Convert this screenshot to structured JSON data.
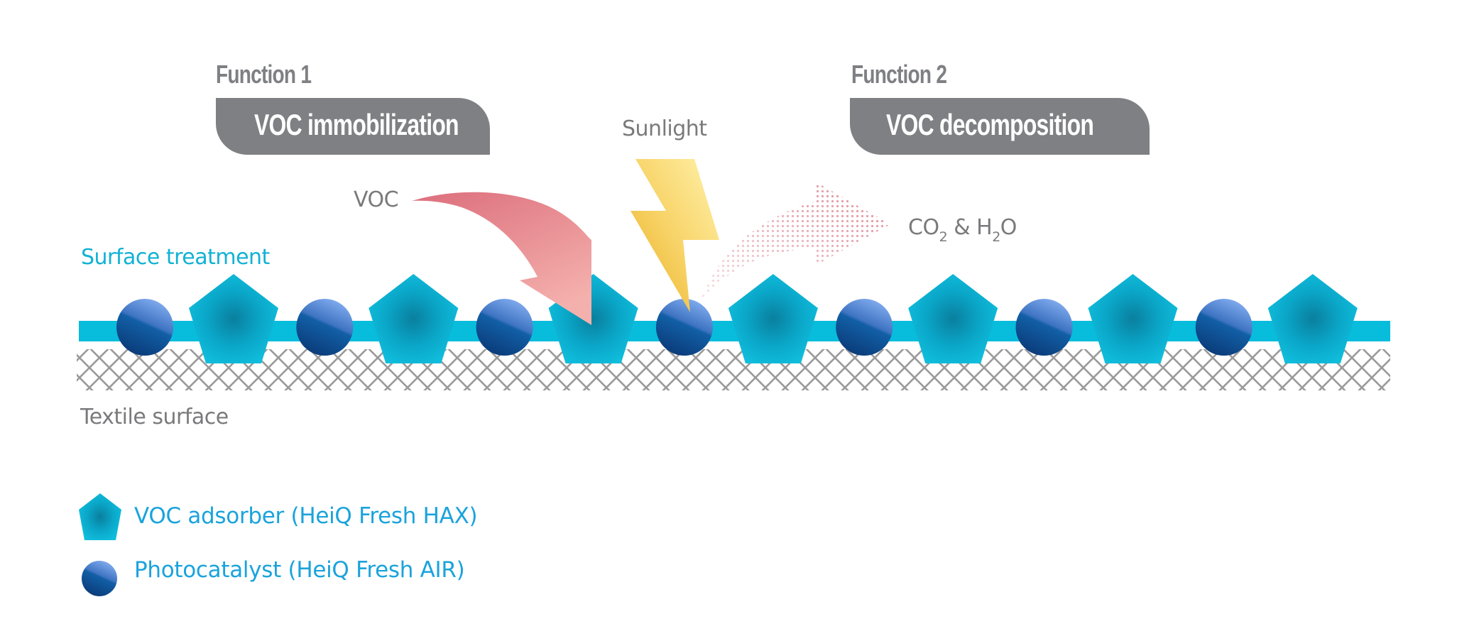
{
  "function1": {
    "heading": "Function 1",
    "box_label": "VOC immobilization"
  },
  "function2": {
    "heading": "Function 2",
    "box_label": "VOC decomposition"
  },
  "labels": {
    "sunlight": "Sunlight",
    "voc": "VOC",
    "product_co": "CO",
    "product_sub1": "2",
    "product_mid": " & H",
    "product_sub2": "2",
    "product_end": "O",
    "surface_treatment": "Surface treatment",
    "textile_surface": "Textile surface"
  },
  "legend": [
    {
      "icon": "pentagon-adsorber-icon",
      "label": "VOC adsorber (HeiQ Fresh HAX)"
    },
    {
      "icon": "sphere-photocatalyst-icon",
      "label": "Photocatalyst (HeiQ Fresh AIR)"
    }
  ],
  "particles": {
    "photocatalyst_count": 7,
    "adsorber_count": 7
  },
  "colors": {
    "heading_gray": "#7f8083",
    "label_gray": "#7a7a7c",
    "surface_cyan": "#08bcdc",
    "legend_blue": "#1aa3dc",
    "hatch_gray": "#9a9a9a",
    "voc_arrow_top": "#dc6e7c",
    "voc_arrow_bottom": "#f2aaa8",
    "sun_light": "#fff0a8",
    "sun_dark": "#eab52a"
  }
}
